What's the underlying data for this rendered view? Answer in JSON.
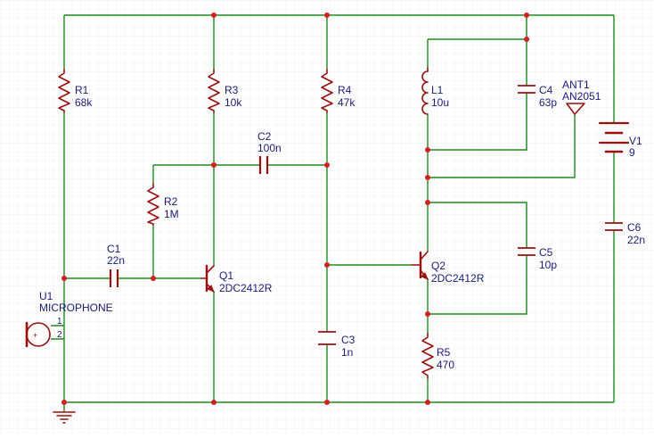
{
  "components": {
    "r1": {
      "ref": "R1",
      "value": "68k"
    },
    "r2": {
      "ref": "R2",
      "value": "1M"
    },
    "r3": {
      "ref": "R3",
      "value": "10k"
    },
    "r4": {
      "ref": "R4",
      "value": "47k"
    },
    "r5": {
      "ref": "R5",
      "value": "470"
    },
    "c1": {
      "ref": "C1",
      "value": "22n"
    },
    "c2": {
      "ref": "C2",
      "value": "100n"
    },
    "c3": {
      "ref": "C3",
      "value": "1n"
    },
    "c4": {
      "ref": "C4",
      "value": "63p"
    },
    "c5": {
      "ref": "C5",
      "value": "10p"
    },
    "c6": {
      "ref": "C6",
      "value": "22n"
    },
    "l1": {
      "ref": "L1",
      "value": "10u"
    },
    "q1": {
      "ref": "Q1",
      "value": "2DC2412R"
    },
    "q2": {
      "ref": "Q2",
      "value": "2DC2412R"
    },
    "u1": {
      "ref": "U1",
      "value": "MICROPHONE",
      "pin1": "1",
      "pin2": "2"
    },
    "ant1": {
      "ref": "ANT1",
      "value": "AN2051"
    },
    "v1": {
      "ref": "V1",
      "value": "9"
    }
  },
  "colors": {
    "wire": "#1e8a1e",
    "component": "#9c1010",
    "junction": "#d42020",
    "label": "#1a1a80",
    "grid": "#e6e6e6"
  }
}
